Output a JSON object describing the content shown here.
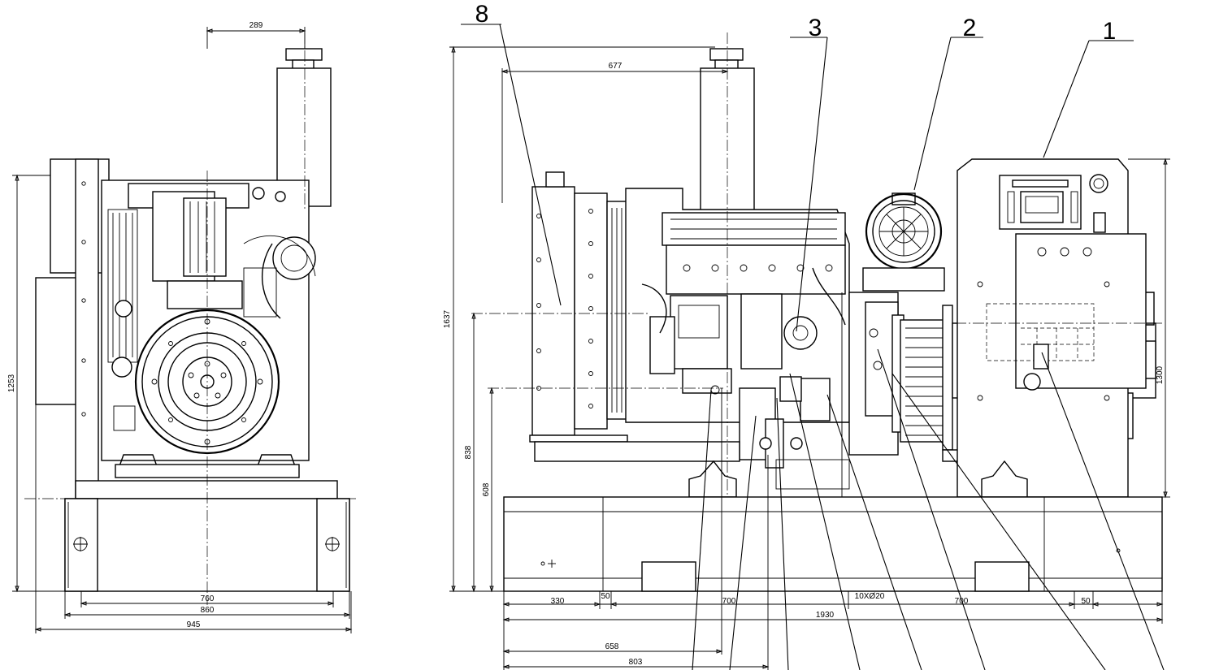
{
  "callouts": {
    "c1": "1",
    "c2": "2",
    "c3": "3",
    "c8": "8"
  },
  "dimensions": {
    "front_top": "289",
    "front_height": "1253",
    "front_760": "760",
    "front_860": "860",
    "front_945": "945",
    "side_677": "677",
    "side_1637": "1637",
    "side_838": "838",
    "side_608": "608",
    "side_1300": "1300",
    "side_330": "330",
    "side_50a": "50",
    "side_700a": "700",
    "side_10x20": "10XØ20",
    "side_700b": "700",
    "side_50b": "50",
    "side_1930": "1930",
    "side_658": "658",
    "side_803": "803"
  }
}
